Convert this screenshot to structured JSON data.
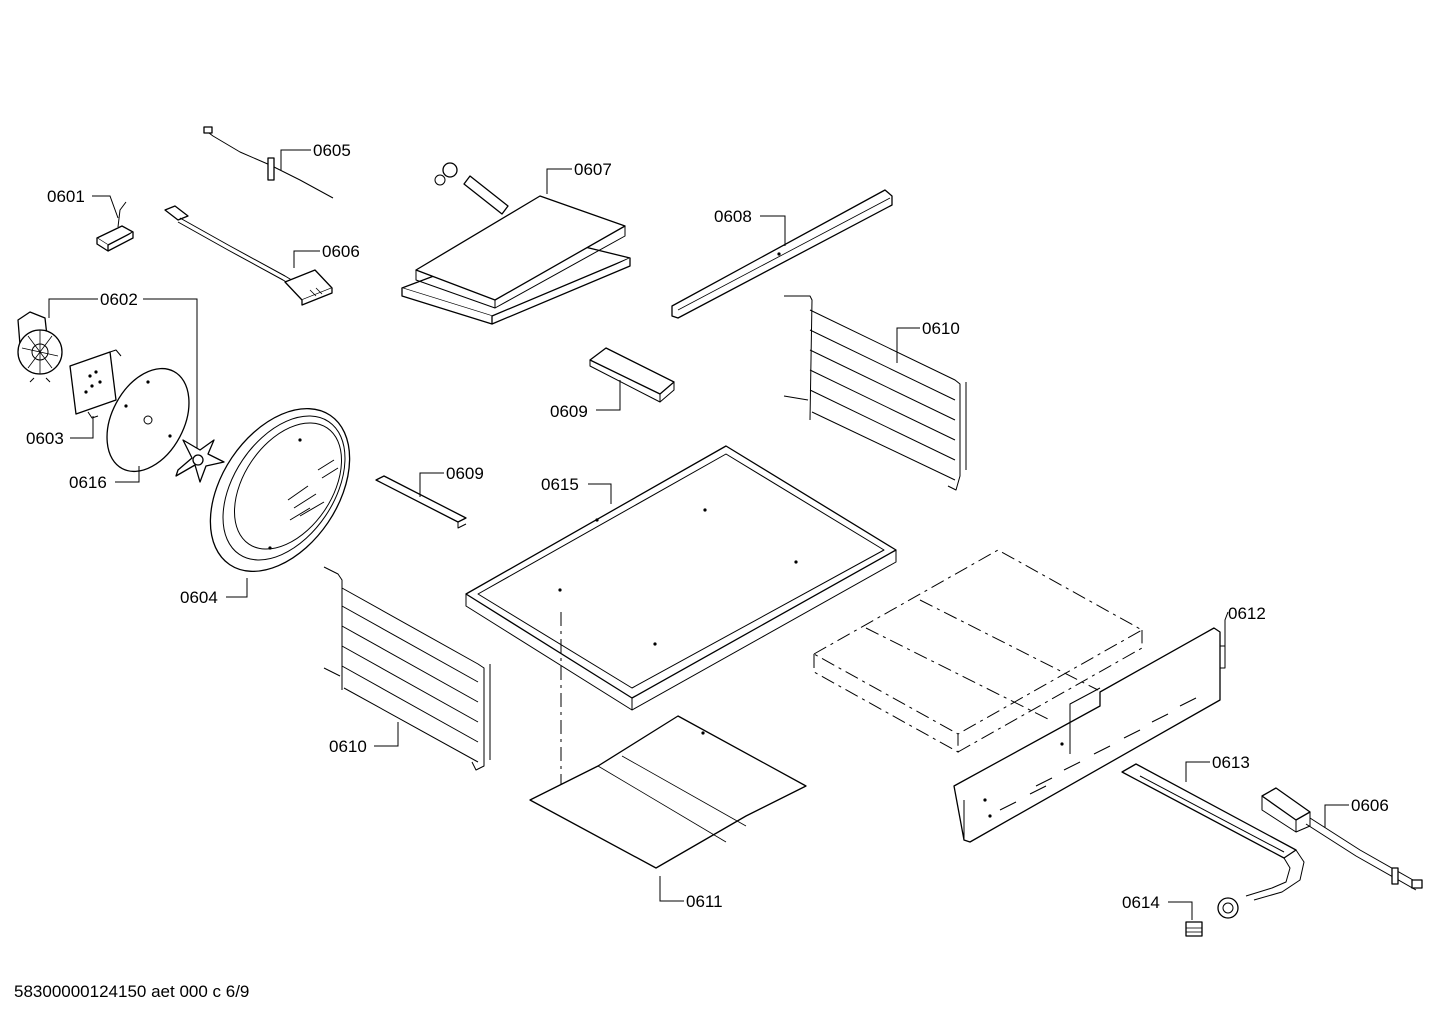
{
  "callouts": {
    "c0601": "0601",
    "c0602": "0602",
    "c0603": "0603",
    "c0604": "0604",
    "c0605": "0605",
    "c0606a": "0606",
    "c0606b": "0606",
    "c0607": "0607",
    "c0608": "0608",
    "c0609a": "0609",
    "c0609b": "0609",
    "c0610a": "0610",
    "c0610b": "0610",
    "c0611": "0611",
    "c0612": "0612",
    "c0613": "0613",
    "c0614": "0614",
    "c0615": "0615",
    "c0616": "0616"
  },
  "footer": {
    "document_id": "58300000124150 aet 000 c 6/9"
  }
}
